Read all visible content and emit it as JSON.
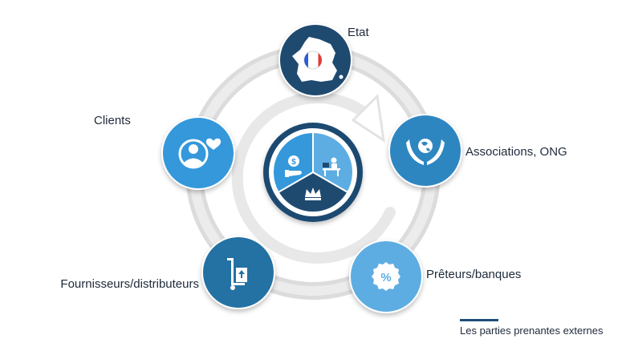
{
  "nodes": {
    "etat": {
      "label": "Etat",
      "icon": "france-map-icon",
      "color": "#1f4a70"
    },
    "associations": {
      "label": "Associations, ONG",
      "icon": "hands-globe-icon",
      "color": "#2e86c1"
    },
    "preteurs": {
      "label": "Prêteurs/banques",
      "icon": "percent-badge-icon",
      "color": "#5dade2"
    },
    "fournisseurs": {
      "label": "Fournisseurs/distributeurs",
      "icon": "hand-truck-icon",
      "color": "#2471a3"
    },
    "clients": {
      "label": "Clients",
      "icon": "user-heart-icon",
      "color": "#3498db"
    }
  },
  "center": {
    "segments": [
      {
        "icon": "money-hand-icon",
        "color": "#3498db"
      },
      {
        "icon": "desk-worker-icon",
        "color": "#5dade2"
      },
      {
        "icon": "crown-icon",
        "color": "#1f4a70"
      }
    ]
  },
  "caption": "Les parties prenantes externes"
}
